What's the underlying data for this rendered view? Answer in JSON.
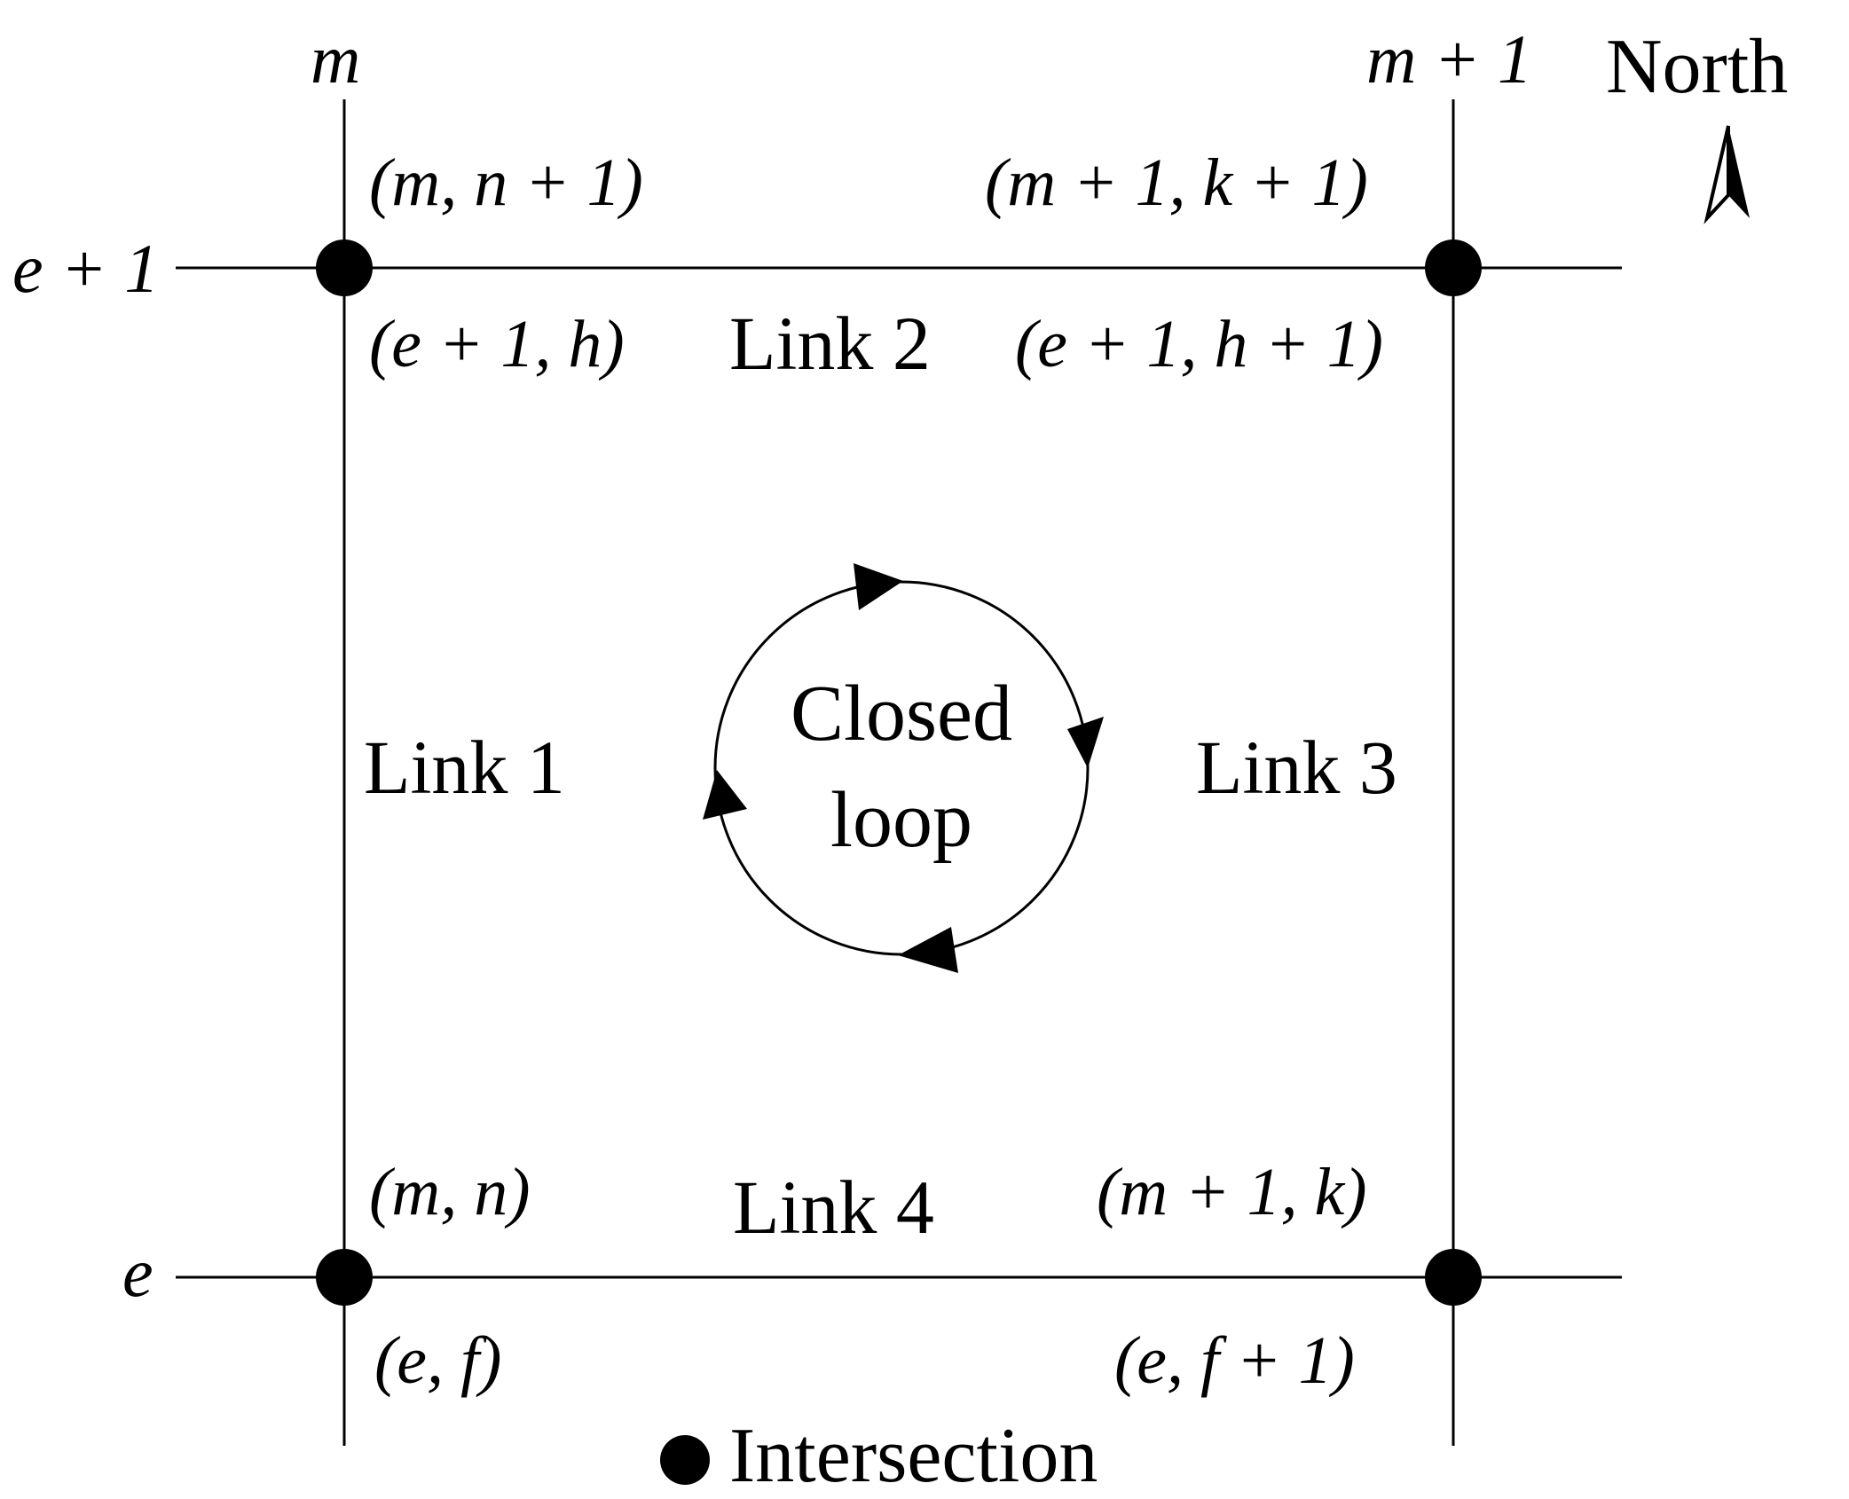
{
  "axes": {
    "col_m": "m",
    "col_m1": "m + 1",
    "row_e1": "e + 1",
    "row_e": "e"
  },
  "north": {
    "label": "North",
    "icon": "north-arrow-icon"
  },
  "nodes": {
    "top_left_upper": "(m, n + 1)",
    "top_left_lower": "(e + 1, h)",
    "top_right_upper": "(m + 1, k + 1)",
    "top_right_lower": "(e + 1, h + 1)",
    "bottom_left_upper": "(m, n)",
    "bottom_left_lower": "(e, f)",
    "bottom_right_upper": "(m + 1, k)",
    "bottom_right_lower": "(e, f + 1)"
  },
  "links": {
    "link1": "Link 1",
    "link2": "Link 2",
    "link3": "Link 3",
    "link4": "Link 4"
  },
  "center": {
    "line1": "Closed",
    "line2": "loop",
    "direction": "clockwise"
  },
  "legend": {
    "label": "Intersection",
    "icon": "intersection-dot-icon"
  },
  "colors": {
    "ink": "#000000",
    "background": "#ffffff"
  }
}
